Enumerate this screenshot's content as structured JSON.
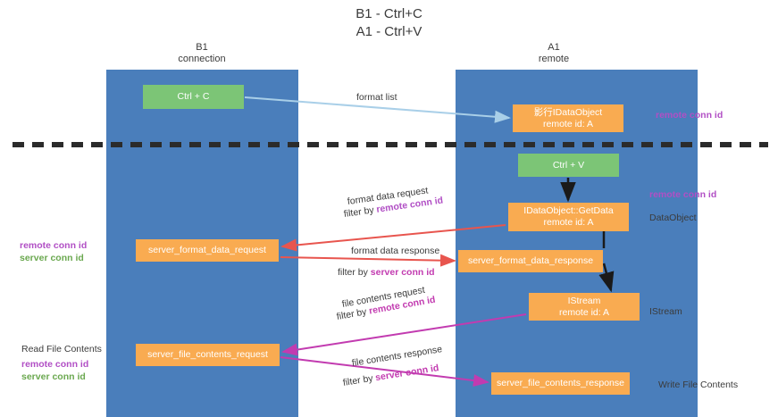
{
  "title": {
    "line1": "B1 - Ctrl+C",
    "line2": "A1 - Ctrl+V"
  },
  "columns": {
    "left": {
      "name": "B1",
      "role": "connection"
    },
    "right": {
      "name": "A1",
      "role": "remote"
    }
  },
  "boxes": {
    "ctrl_c": {
      "label": "Ctrl + C",
      "color": "#7cc576"
    },
    "ctrl_v": {
      "label": "Ctrl + V",
      "color": "#7cc576"
    },
    "idataobject": {
      "line1": "影行IDataObject",
      "line2": "remote id: A",
      "color": "#f9ab51"
    },
    "getdata": {
      "line1": "IDataObject::GetData",
      "line2": "remote id: A",
      "color": "#f9ab51"
    },
    "server_format_data_request": {
      "label": "server_format_data_request",
      "color": "#f9ab51"
    },
    "server_format_data_response": {
      "label": "server_format_data_response",
      "color": "#f9ab51"
    },
    "istream": {
      "line1": "IStream",
      "line2": "remote id: A",
      "color": "#f9ab51"
    },
    "server_file_contents_request": {
      "label": "server_file_contents_request",
      "color": "#f9ab51"
    },
    "server_file_contents_response": {
      "label": "server_file_contents_response",
      "color": "#f9ab51"
    }
  },
  "arrow_labels": {
    "format_list": "format list",
    "format_data_request": "format data request",
    "format_data_request_filter_prefix": "filter by ",
    "format_data_request_filter_key": "remote conn id",
    "format_data_response": "format data response",
    "format_data_response_filter_prefix": "filter by ",
    "format_data_response_filter_key": "server conn id",
    "file_contents_request": "file contents request",
    "file_contents_request_filter_prefix": "filter by ",
    "file_contents_request_filter_key": "remote conn id",
    "file_contents_response": "file contents response",
    "file_contents_response_filter_prefix": "filter by ",
    "file_contents_response_filter_key": "server conn id"
  },
  "annotations": {
    "right": {
      "remote_conn_id_top": "remote conn id",
      "remote_conn_id_mid": "remote conn id",
      "dataobject": "DataObject",
      "istream": "IStream",
      "write_file_contents": "Write File Contents"
    },
    "left": {
      "remote_conn_id": "remote conn id",
      "server_conn_id": "server conn id",
      "read_file_contents": "Read File Contents",
      "remote_conn_id_2": "remote conn id",
      "server_conn_id_2": "server conn id"
    }
  },
  "colors": {
    "lane": "#4a7ebb",
    "green_box": "#7cc576",
    "orange_box": "#f9ab51",
    "purple_text": "#b14fc5",
    "green_text": "#6aa84f",
    "magenta_text": "#c23bb0",
    "red_arrow": "#e8554e",
    "blue_arrow": "#a9cfe8",
    "magenta_arrow": "#c23bb0",
    "divider": "#333333"
  }
}
